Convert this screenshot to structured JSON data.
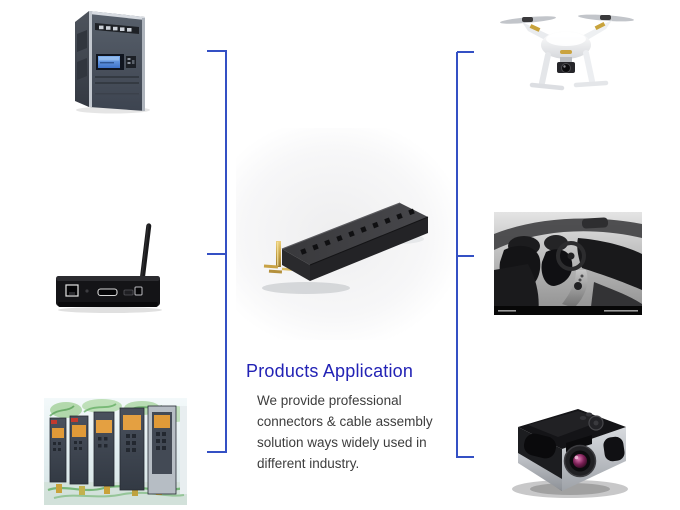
{
  "colors": {
    "background": "#ffffff",
    "bracket_line_blue": "#3450c4",
    "title_blue": "#2222b5",
    "body_text": "#3d3d3d",
    "connector_gold": "#c8a245",
    "vfd_screen_orange": "#e09a38",
    "pc_screen_blue": "#5f94de"
  },
  "title": {
    "text": "Products Application"
  },
  "description": {
    "lines": [
      "We provide professional",
      "connectors & cable assembly",
      "solution ways widely used in",
      "different industry."
    ]
  },
  "images": {
    "center": {
      "icon": "pin-header-connector-photo"
    },
    "left": [
      {
        "icon": "desktop-computer-tower-photo"
      },
      {
        "icon": "wireless-set-top-box-photo"
      },
      {
        "icon": "industrial-inverter-drives-photo"
      }
    ],
    "right": [
      {
        "icon": "quadcopter-drone-photo"
      },
      {
        "icon": "car-interior-photo"
      },
      {
        "icon": "projector-photo"
      }
    ]
  }
}
